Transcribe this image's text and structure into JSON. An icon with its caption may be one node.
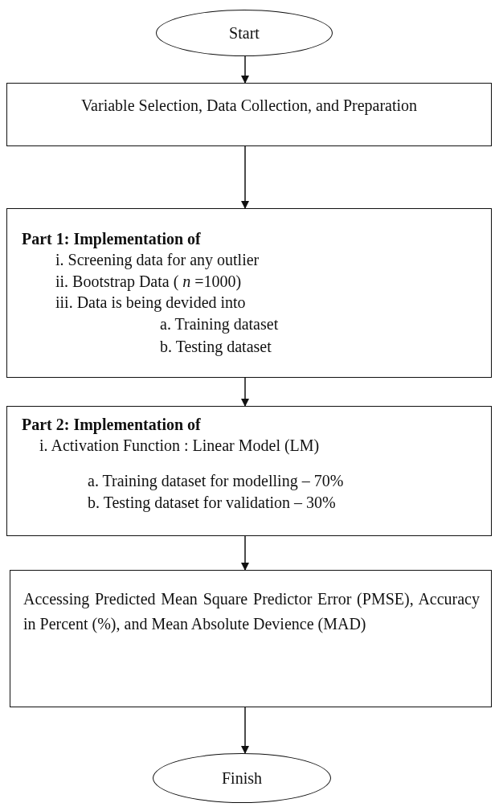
{
  "diagram": {
    "nodes": [
      {
        "text": [
          "Start"
        ]
      },
      {
        "text": [
          "Variable Selection, Data Collection, and Preparation"
        ]
      },
      {
        "text": [
          "Part 1: Implementation of",
          "i. Screening data for any outlier",
          "ii. Bootstrap Data ( *n* =1000)",
          "iii. Data is being devided into",
          "a. Training dataset",
          "b. Testing dataset"
        ]
      },
      {
        "text": [
          "Part 2: Implementation of",
          "i. Activation Function : Linear Model (LM)",
          "a. Training dataset for modelling – 70%",
          "b. Testing dataset for validation – 30%"
        ]
      },
      {
        "text": [
          "Accessing Predicted Mean Square Predictor Error (PMSE), Accuracy in Percent (%), and Mean Absolute Devience (MAD)"
        ]
      },
      {
        "text": [
          "Finish"
        ]
      }
    ],
    "edges": [
      {
        "from": 0,
        "to": 1,
        "arrow": "to"
      },
      {
        "from": 1,
        "to": 2,
        "arrow": "to"
      },
      {
        "from": 2,
        "to": 3,
        "arrow": "to"
      },
      {
        "from": 3,
        "to": 4,
        "arrow": "to"
      },
      {
        "from": 4,
        "to": 5,
        "arrow": "to"
      }
    ]
  }
}
